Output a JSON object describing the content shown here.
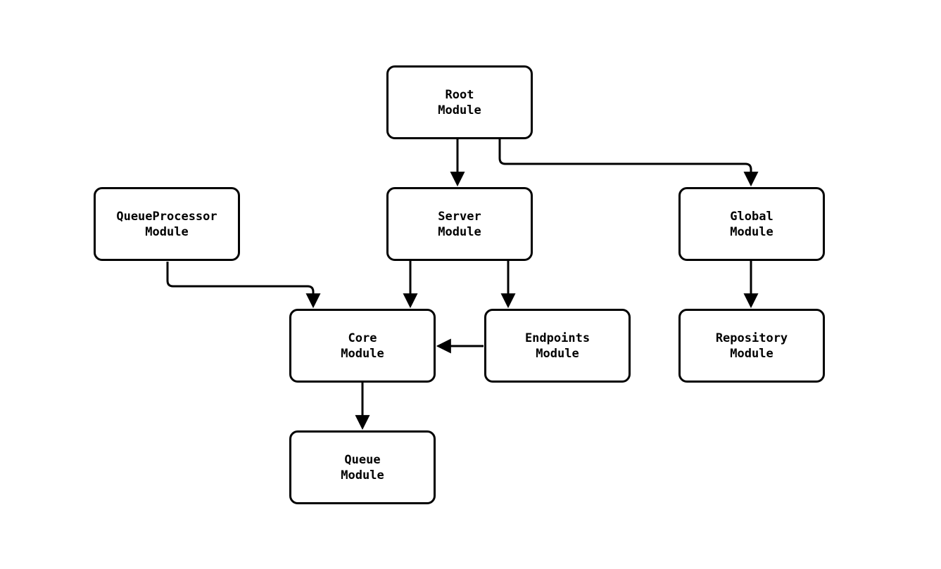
{
  "diagram": {
    "type": "module-dependency-diagram",
    "colors": {
      "background": "#ffffff",
      "node_fill": "#ffffff",
      "node_border": "#000000",
      "edge_stroke": "#000000",
      "text": "#000000"
    },
    "nodes": [
      {
        "id": "root-module",
        "line1": "Root",
        "line2": "Module"
      },
      {
        "id": "server-module",
        "line1": "Server",
        "line2": "Module"
      },
      {
        "id": "global-module",
        "line1": "Global",
        "line2": "Module"
      },
      {
        "id": "queueprocessor-module",
        "line1": "QueueProcessor",
        "line2": "Module"
      },
      {
        "id": "core-module",
        "line1": "Core",
        "line2": "Module"
      },
      {
        "id": "endpoints-module",
        "line1": "Endpoints",
        "line2": "Module"
      },
      {
        "id": "repository-module",
        "line1": "Repository",
        "line2": "Module"
      },
      {
        "id": "queue-module",
        "line1": "Queue",
        "line2": "Module"
      }
    ],
    "edges": [
      {
        "from": "root-module",
        "to": "server-module"
      },
      {
        "from": "root-module",
        "to": "global-module"
      },
      {
        "from": "queueprocessor-module",
        "to": "core-module"
      },
      {
        "from": "server-module",
        "to": "core-module"
      },
      {
        "from": "server-module",
        "to": "endpoints-module"
      },
      {
        "from": "endpoints-module",
        "to": "core-module"
      },
      {
        "from": "global-module",
        "to": "repository-module"
      },
      {
        "from": "core-module",
        "to": "queue-module"
      }
    ]
  }
}
